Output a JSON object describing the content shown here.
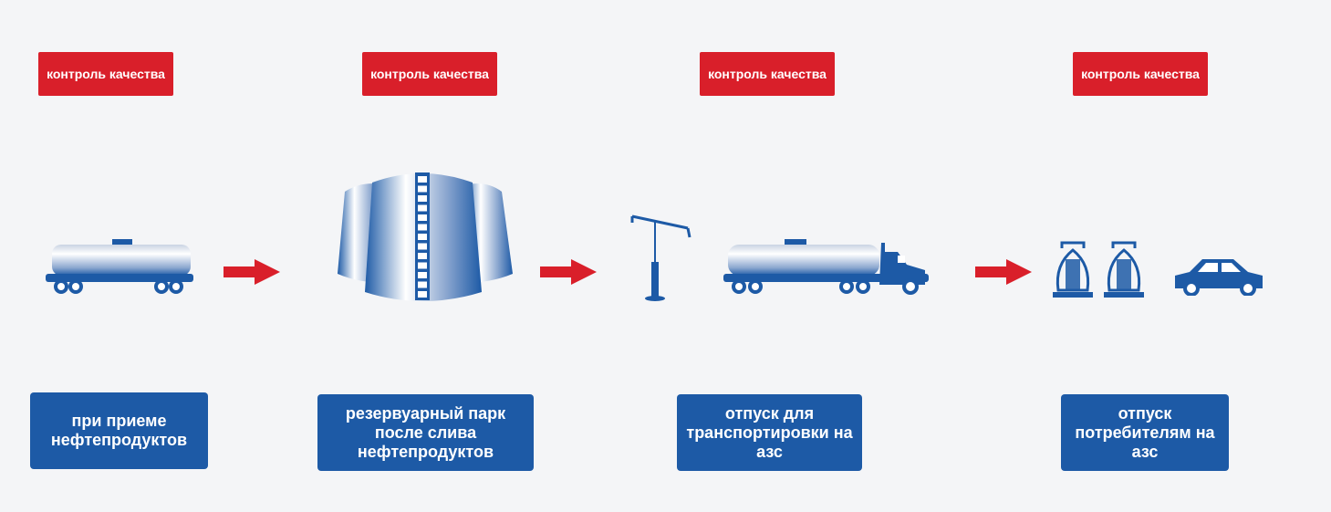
{
  "quality_control_labels": [
    "контроль качества",
    "контроль качества",
    "контроль качества",
    "контроль качества"
  ],
  "stages": [
    "при приеме нефтепродуктов",
    "резервуарный парк после слива нефтепродуктов",
    "отпуск для транспортировки на азс",
    "отпуск потребителям на азс"
  ],
  "colors": {
    "red": "#d91f2a",
    "blue": "#1d5aa6",
    "background": "#f4f5f7"
  }
}
